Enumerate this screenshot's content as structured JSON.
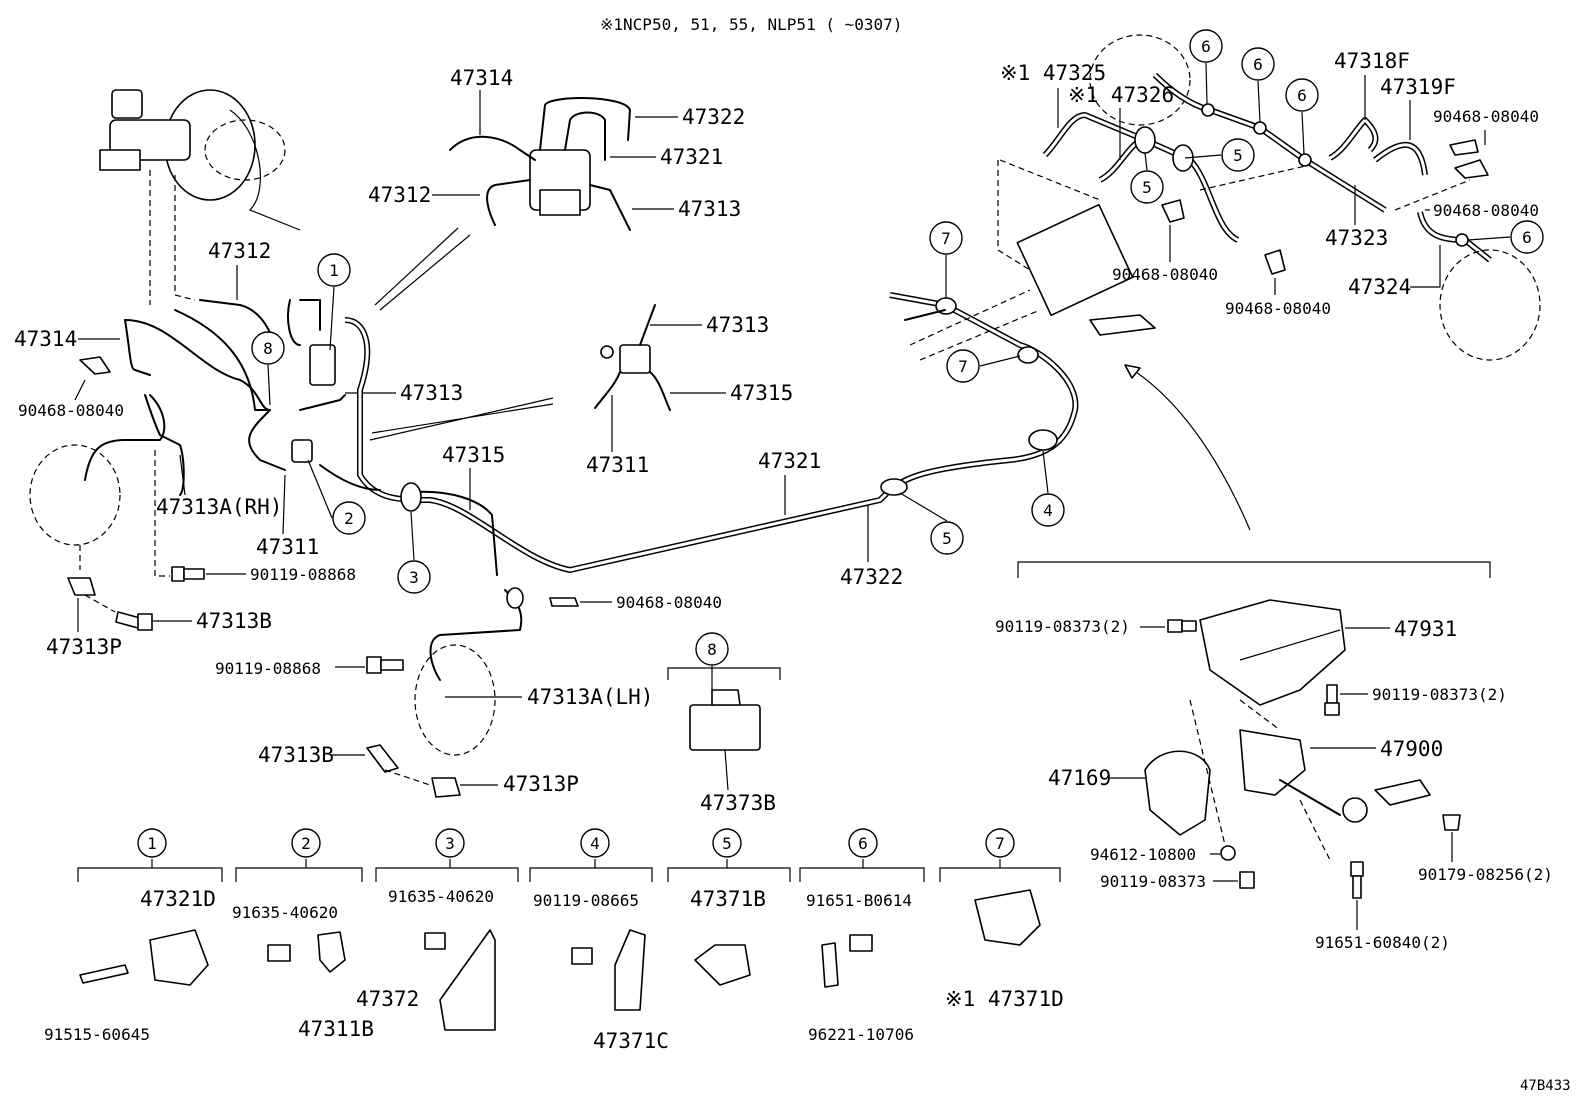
{
  "header_note": "※1NCP50, 51, 55, NLP51 (        ~0307)",
  "diagram_code": "47B433",
  "labels": {
    "p47314_top": "47314",
    "p47322_top": "47322",
    "p47321_top": "47321",
    "p47312_top": "47312",
    "p47313_top": "47313",
    "p47312_left": "47312",
    "p47314_left": "47314",
    "p90468_left": "90468-08040",
    "p47313A_rh": "47313A(RH)",
    "p47311_left": "47311",
    "p47313_mid": "47313",
    "p90119_08868_a": "90119-08868",
    "p47313B_a": "47313B",
    "p47313P_a": "47313P",
    "p47315_mid": "47315",
    "p90468_center": "90468-08040",
    "p90119_08868_b": "90119-08868",
    "p47313A_lh": "47313A(LH)",
    "p47313B_b": "47313B",
    "p47313P_b": "47313P",
    "p47313_tee": "47313",
    "p47315_tee": "47315",
    "p47311_tee": "47311",
    "p47321_main": "47321",
    "p47322_main": "47322",
    "p47325": "※1 47325",
    "p47326": "※1 47326",
    "p47318F": "47318F",
    "p47319F": "47319F",
    "p90468_r1": "90468-08040",
    "p90468_r2": "90468-08040",
    "p47323": "47323",
    "p47324": "47324",
    "p90468_r3": "90468-08040",
    "p90468_r4": "90468-08040",
    "p90119_08373_2a": "90119-08373(2)",
    "p47931": "47931",
    "p90119_08373_2b": "90119-08373(2)",
    "p47900": "47900",
    "p47169": "47169",
    "p94612": "94612-10800",
    "p90119_08373": "90119-08373",
    "p90179": "90179-08256(2)",
    "p91651_60840": "91651-60840(2)",
    "p47373B": "47373B"
  },
  "callouts": [
    "1",
    "2",
    "3",
    "4",
    "5",
    "6",
    "7",
    "8"
  ],
  "detail_groups": [
    {
      "num": "1",
      "parts": [
        "47321D",
        "91515-60645"
      ]
    },
    {
      "num": "2",
      "parts": [
        "91635-40620",
        "47311B"
      ]
    },
    {
      "num": "3",
      "parts": [
        "91635-40620",
        "47372"
      ]
    },
    {
      "num": "4",
      "parts": [
        "90119-08665",
        "47371C"
      ]
    },
    {
      "num": "5",
      "parts": [
        "47371B"
      ]
    },
    {
      "num": "6",
      "parts": [
        "91651-B0614",
        "96221-10706"
      ]
    },
    {
      "num": "7",
      "parts": [
        "※1 47371D"
      ]
    }
  ],
  "detail_group_8": {
    "num": "8",
    "parts": [
      "47373B"
    ]
  }
}
